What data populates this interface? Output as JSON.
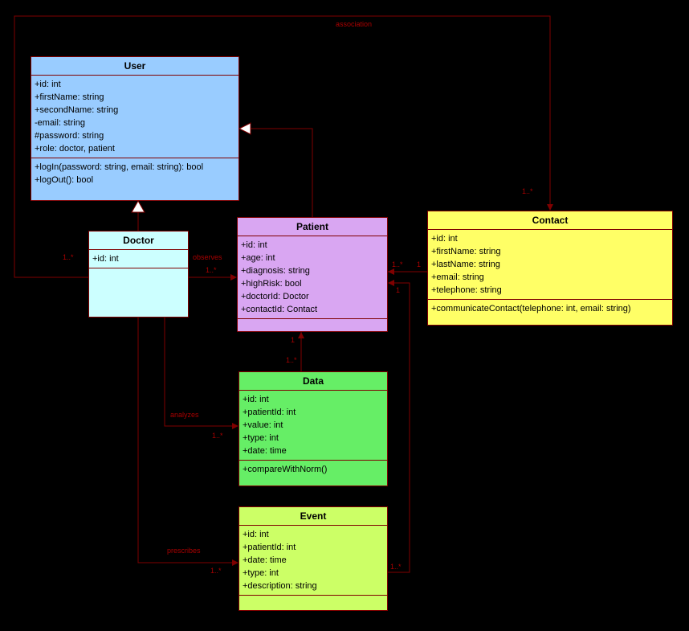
{
  "diagram": {
    "title": "Health monitoring UML class diagram",
    "palette": {
      "background": "#000000",
      "line": "#7f0000",
      "label": "#aa0000",
      "generalization_fill": "#ffffff"
    }
  },
  "classes": [
    {
      "title": "User",
      "fill": "#99ccff",
      "attributes": [
        "+id: int",
        "+firstName: string",
        "+secondName: string",
        "-email: string",
        "#password: string",
        "+role: doctor, patient"
      ],
      "methods": [
        "+logIn(password: string, email: string): bool",
        "+logOut(): bool"
      ]
    },
    {
      "title": "Doctor",
      "fill": "#ccffff",
      "attributes": [
        "+id: int"
      ],
      "methods": []
    },
    {
      "title": "Patient",
      "fill": "#d9a6f2",
      "attributes": [
        "+id: int",
        "+age: int",
        "+diagnosis: string",
        "+highRisk: bool",
        "+doctorId: Doctor",
        "+contactId: Contact"
      ],
      "methods": []
    },
    {
      "title": "Contact",
      "fill": "#ffff66",
      "attributes": [
        "+id: int",
        "+firstName: string",
        "+lastName: string",
        "+email: string",
        "+telephone: string"
      ],
      "methods": [
        "+communicateContact(telephone: int, email: string)"
      ]
    },
    {
      "title": "Data",
      "fill": "#66ee66",
      "attributes": [
        "+id: int",
        "+patientId: int",
        "+value: int",
        "+type: int",
        "+date: time"
      ],
      "methods": [
        "+compareWithNorm()"
      ]
    },
    {
      "title": "Event",
      "fill": "#ccff66",
      "attributes": [
        "+id: int",
        "+patientId: int",
        "+date: time",
        "+type: int",
        "+description: string"
      ],
      "methods": []
    }
  ],
  "labels": {
    "association": "association",
    "association_contact_mult": "1..*",
    "association_doctor_mult": "1..*",
    "observes": "observes",
    "observes_patient_mult": "1..*",
    "patient_contact_patient_mult": "1..*",
    "patient_contact_contact_mult": "1",
    "patient_data_patient_mult": "1",
    "patient_data_data_mult": "1..*",
    "analyzes": "analyzes",
    "analyzes_data_mult": "1..*",
    "prescribes": "prescribes",
    "prescribes_event_mult": "1..*",
    "patient_event_event_mult": "1..*",
    "patient_event_patient_mult": "1"
  }
}
